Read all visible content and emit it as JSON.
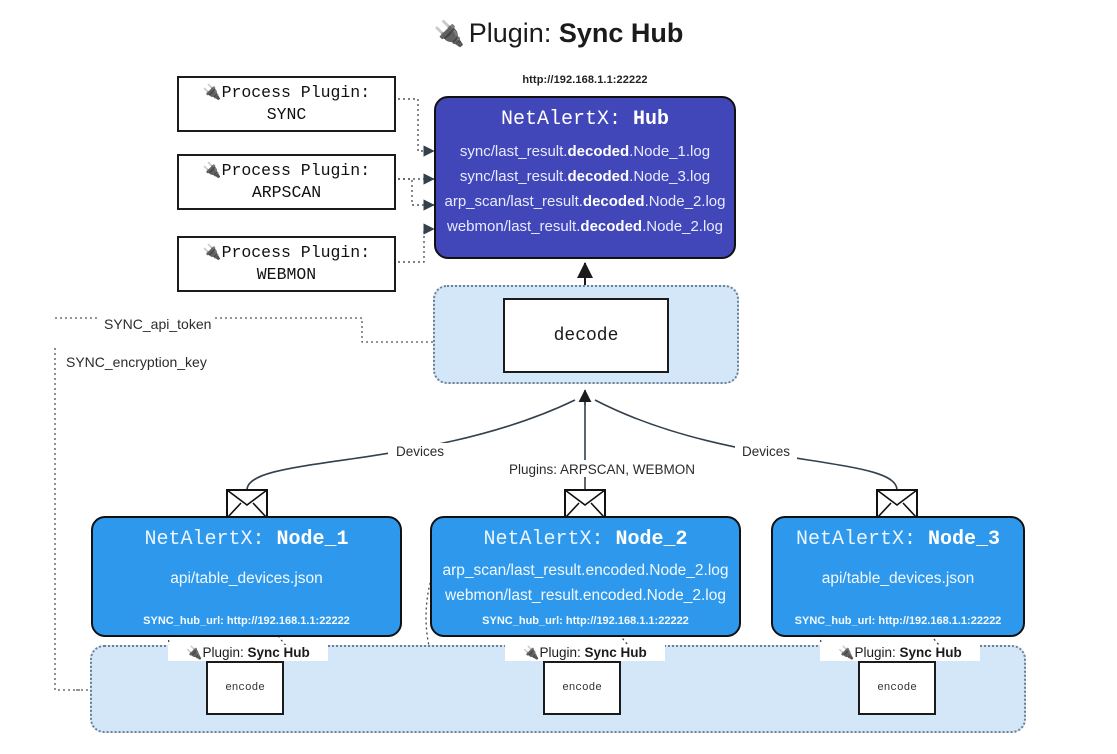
{
  "title": {
    "icon": "plug-icon",
    "glyph": "🔌",
    "lead": "Plugin: ",
    "strong": "Sync Hub"
  },
  "colors": {
    "hub_fill": "#4146b8",
    "node_fill": "#2e98ec",
    "group_fill": "#d4e7f8",
    "group_border": "#6f7f92",
    "stroke": "#111111"
  },
  "process_plugins": [
    {
      "glyph": "🔌",
      "line1": "Process Plugin:",
      "line2": "SYNC"
    },
    {
      "glyph": "🔌",
      "line1": "Process Plugin:",
      "line2": "ARPSCAN"
    },
    {
      "glyph": "🔌",
      "line1": "Process Plugin:",
      "line2": "WEBMON"
    }
  ],
  "hub": {
    "url_label": "http://192.168.1.1:22222",
    "title_lead": "NetAlertX: ",
    "title_strong": "Hub",
    "rows": [
      {
        "pre": "sync/last_result.",
        "mid": "decoded",
        "post": ".Node_1.log"
      },
      {
        "pre": "sync/last_result.",
        "mid": "decoded",
        "post": ".Node_3.log"
      },
      {
        "pre": "arp_scan/last_result.",
        "mid": "decoded",
        "post": ".Node_2.log"
      },
      {
        "pre": "webmon/last_result.",
        "mid": "decoded",
        "post": ".Node_2.log"
      }
    ]
  },
  "decode": {
    "box_label": "decode",
    "keys": [
      "SYNC_api_token",
      "SYNC_encryption_key"
    ]
  },
  "edges": {
    "devices_left": "Devices",
    "devices_right": "Devices",
    "plugins_center": "Plugins: ARPSCAN, WEBMON"
  },
  "nodes": [
    {
      "title_lead": "NetAlertX: ",
      "title_strong": "Node_1",
      "rows": [
        "api/table_devices.json"
      ],
      "footer": "SYNC_hub_url: http://192.168.1.1:22222"
    },
    {
      "title_lead": "NetAlertX: ",
      "title_strong": "Node_2",
      "rows": [
        "arp_scan/last_result.encoded.Node_2.log",
        "webmon/last_result.encoded.Node_2.log"
      ],
      "footer": "SYNC_hub_url: http://192.168.1.1:22222"
    },
    {
      "title_lead": "NetAlertX: ",
      "title_strong": "Node_3",
      "rows": [
        "api/table_devices.json"
      ],
      "footer": "SYNC_hub_url: http://192.168.1.1:22222"
    }
  ],
  "band": {
    "plugin_label_glyph": "🔌",
    "plugin_label_lead": "Plugin: ",
    "plugin_label_strong": "Sync Hub",
    "encode_label": "encode"
  }
}
